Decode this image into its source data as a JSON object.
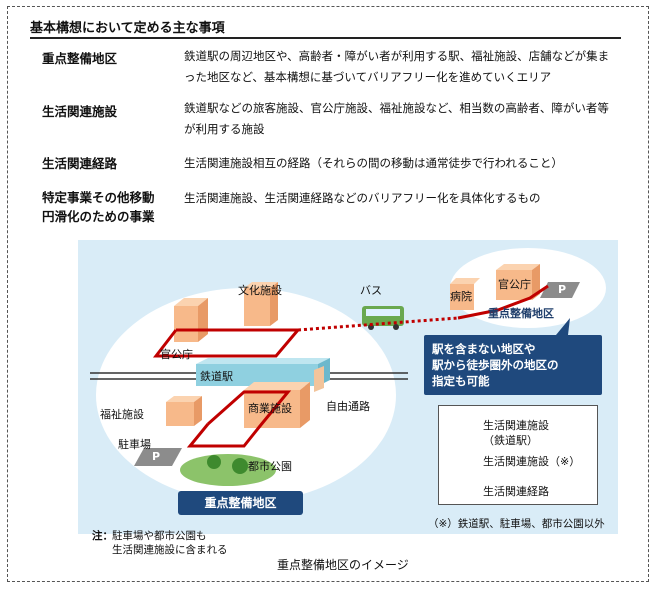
{
  "heading": "基本構想において定める主な事項",
  "definitions": [
    {
      "term": "重点整備地区",
      "description": "鉄道駅の周辺地区や、高齢者・障がい者が利用する駅、福祉施設、店舗などが集まった地区など、基本構想に基づいてバリアフリー化を進めていくエリア"
    },
    {
      "term": "生活関連施設",
      "description": "鉄道駅などの旅客施設、官公庁施設、福祉施設など、相当数の高齢者、障がい者等が利用する施設"
    },
    {
      "term": "生活関連経路",
      "description": "生活関連施設相互の経路（それらの間の移動は通常徒歩で行われること）"
    },
    {
      "term_line1": "特定事業その他移動",
      "term_line2": "円滑化のための事業",
      "description": "生活関連施設、生活関連経路などのバリアフリー化を具体化するもの"
    }
  ],
  "map": {
    "labels": {
      "bunka": "文化施設",
      "kankocho": "官公庁",
      "station": "鉄道駅",
      "shogyo": "商業施設",
      "fukushi": "福祉施設",
      "jiyu": "自由通路",
      "parking": "駐車場",
      "park": "都市公園",
      "bus": "バス",
      "hospital": "病院",
      "kankocho2": "官公庁",
      "p": "P"
    },
    "zone_main": "重点整備地区",
    "zone_second": "重点整備地区",
    "callout": [
      "駅を含まない地区や",
      "駅から徒歩圏外の地区の",
      "指定も可能"
    ],
    "legend": [
      {
        "line1": "生活関連施設",
        "line2": "（鉄道駅）",
        "color": "#8fd0e0"
      },
      {
        "line1": "生活関連施設（※）",
        "color": "#f7b98a"
      },
      {
        "line1": "生活関連経路",
        "color": "#c00000"
      }
    ],
    "footnote": "（※）鉄道駅、駐車場、都市公園以外",
    "note_label": "注：",
    "note_line1": "駐車場や都市公園も",
    "note_line2": "生活関連施設に含まれる"
  },
  "caption": "重点整備地区のイメージ"
}
